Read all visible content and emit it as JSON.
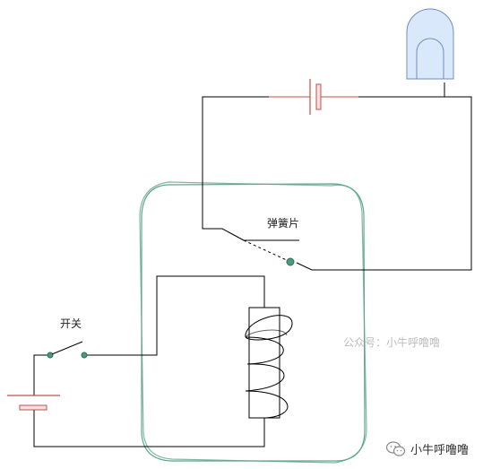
{
  "labels": {
    "spring_leaf": "弹簧片",
    "switch": "开关"
  },
  "watermark": {
    "text": "公众号：小牛呼噜噜"
  },
  "brand": {
    "name": "小牛呼噜噜",
    "icon": "wechat-icon"
  },
  "colors": {
    "wire": "#000000",
    "battery": "#c0504d",
    "relay_outline": "#5fa58e",
    "bulb_fill": "#dae8fc",
    "bulb_stroke": "#6c8ebf",
    "contact_dot": "#4a9a7f"
  }
}
